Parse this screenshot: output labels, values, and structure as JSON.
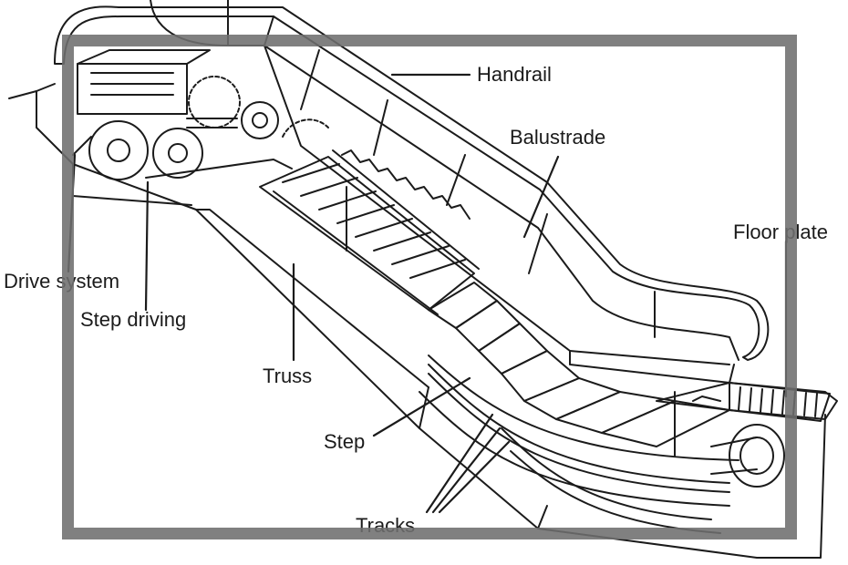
{
  "labels": {
    "handrail": "Handrail",
    "balustrade": "Balustrade",
    "floor_plate": "Floor plate",
    "drive_system": "Drive system",
    "step_driving": "Step driving",
    "truss": "Truss",
    "step": "Step",
    "tracks": "Tracks"
  },
  "colors": {
    "ink": "#1b1b1b",
    "frame": "#6e6e6e",
    "background": "#ffffff"
  }
}
